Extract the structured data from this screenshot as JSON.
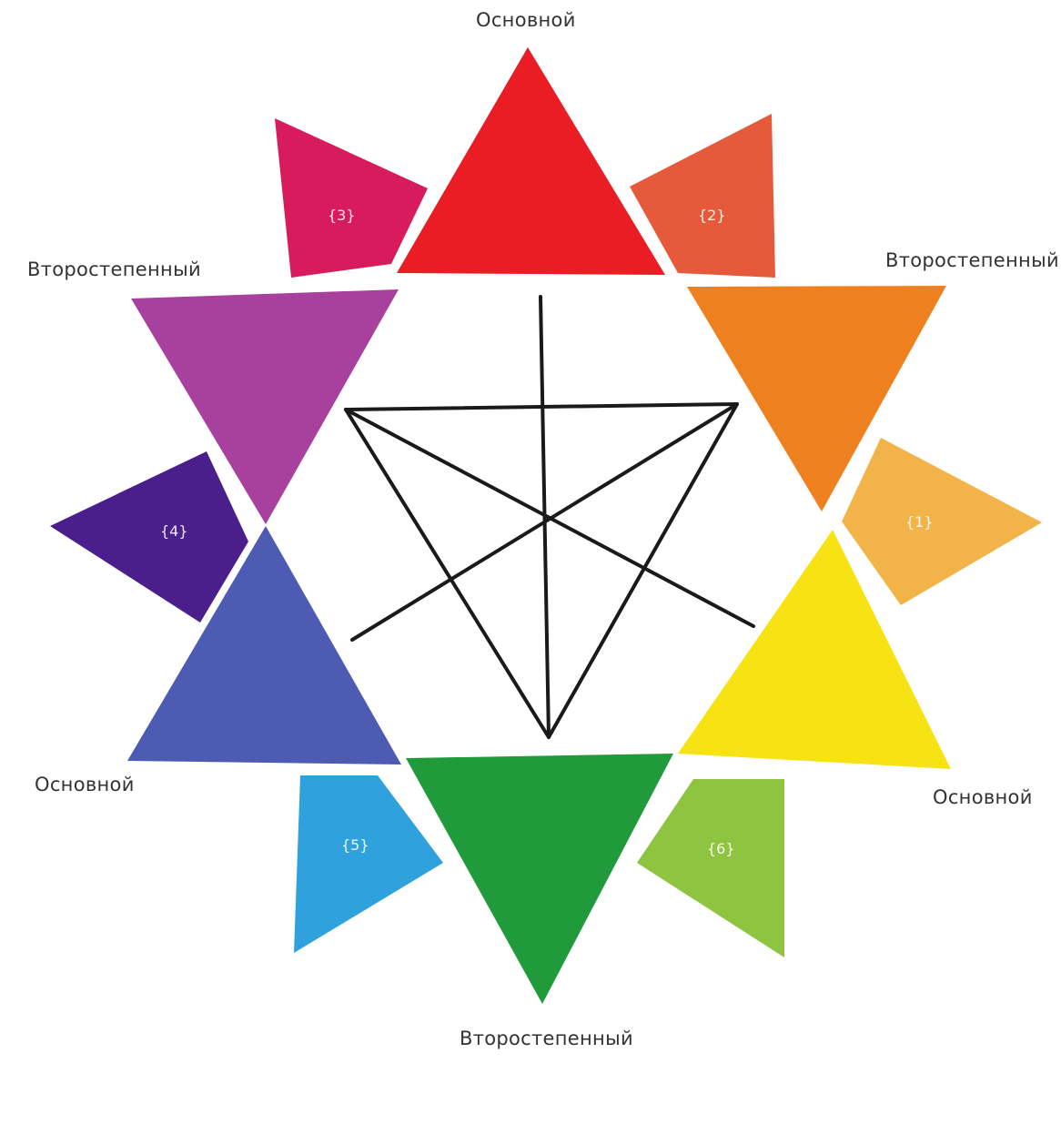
{
  "captions": {
    "primary_top": "Основной",
    "secondary_top_right": "Второстепенный",
    "secondary_top_left": "Второстепенный",
    "primary_bottom_left": "Основной",
    "primary_bottom_right": "Основной",
    "secondary_bottom": "Второстепенный"
  },
  "tertiary_numbers": {
    "n1": "{1}",
    "n2": "{2}",
    "n3": "{3}",
    "n4": "{4}",
    "n5": "{5}",
    "n6": "{6}"
  },
  "colors": {
    "red": "#ea1c24",
    "orange": "#ee8020",
    "yellow": "#f7e313",
    "green": "#219a3b",
    "blue": "#4d5bb3",
    "violet": "#a8419e",
    "t1_yellow_orange": "#f2b448",
    "t2_red_orange": "#e65a3c",
    "t3_red_violet": "#d81b5c",
    "t4_blue_violet": "#4a1f8c",
    "t5_blue_green": "#2fa2de",
    "t6_yellow_green": "#8ec43f",
    "lines": "#1a1a1a"
  }
}
